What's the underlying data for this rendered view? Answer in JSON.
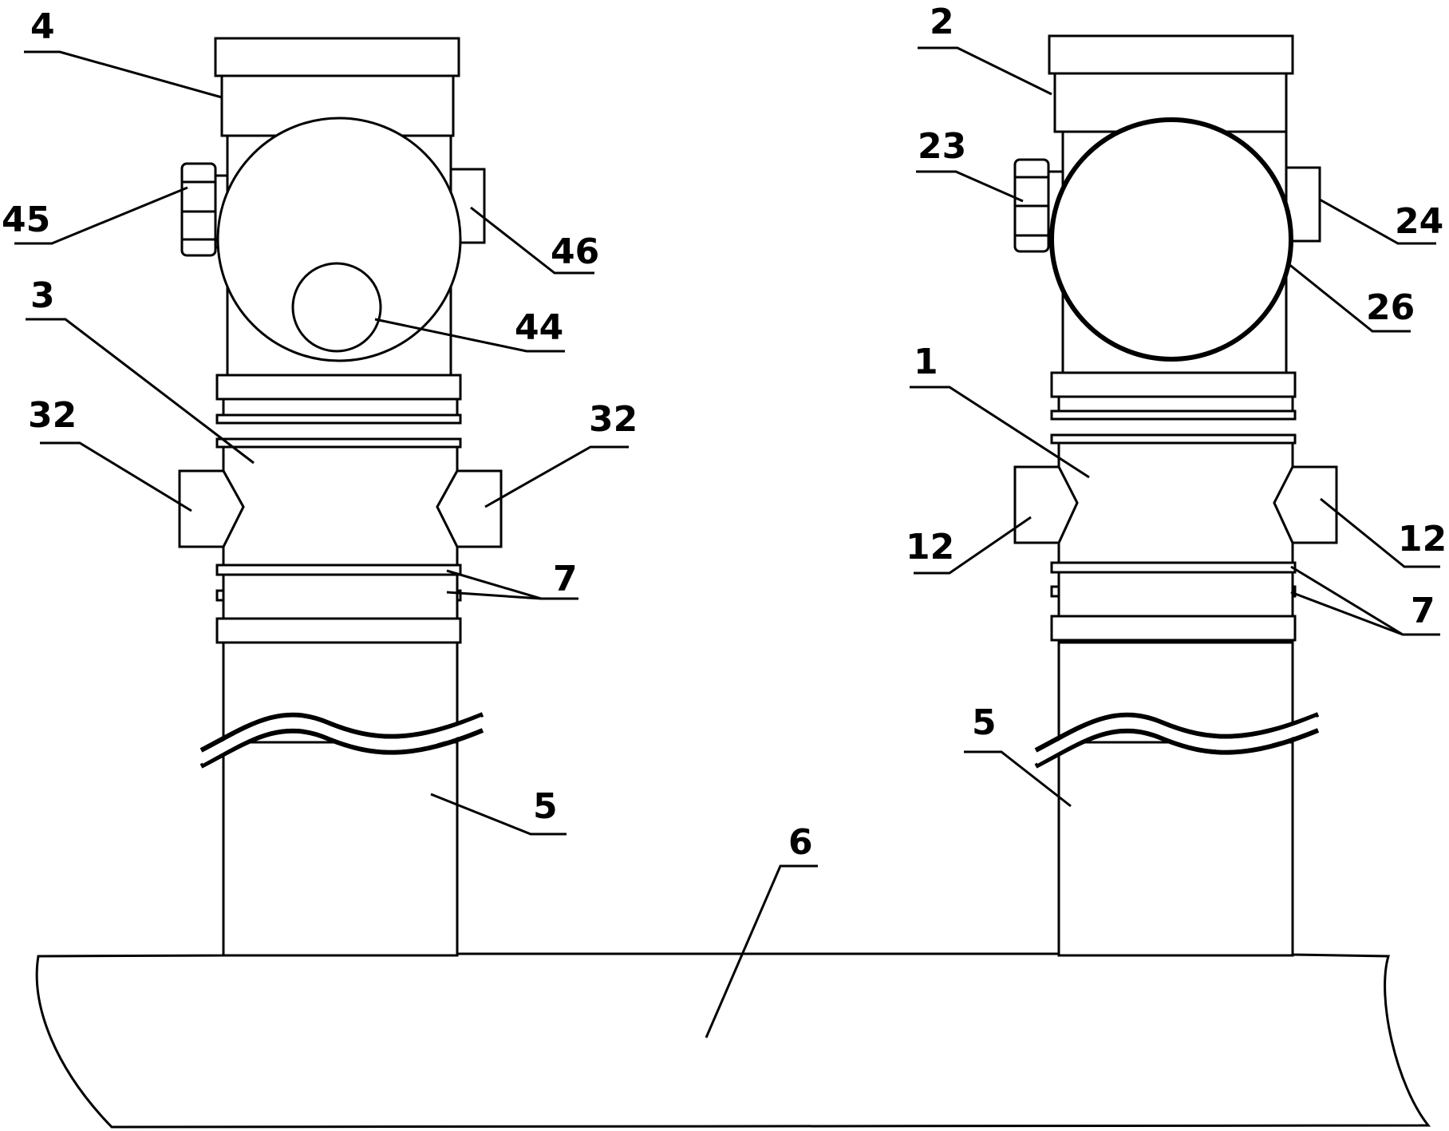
{
  "figure": {
    "colors": {
      "line": "#000000",
      "background": "#ffffff"
    },
    "labels": {
      "l4": "4",
      "l45": "45",
      "l46": "46",
      "l44": "44",
      "l3": "3",
      "l32a": "32",
      "l32b": "32",
      "l7a": "7",
      "l5a": "5",
      "l2": "2",
      "l23": "23",
      "l24": "24",
      "l26": "26",
      "l1": "1",
      "l12a": "12",
      "l12b": "12",
      "l7b": "7",
      "l5b": "5",
      "l6": "6"
    }
  }
}
